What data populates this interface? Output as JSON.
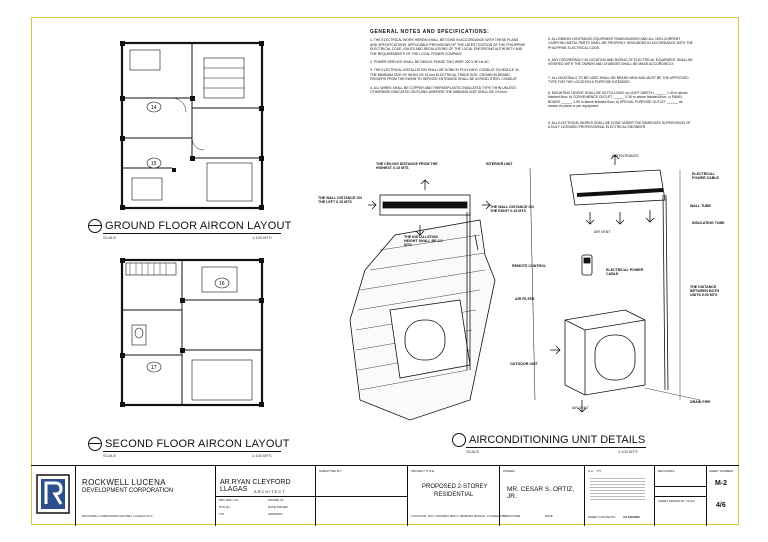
{
  "plan_titles": {
    "ground": "GROUND FLOOR AIRCON LAYOUT",
    "second": "SECOND FLOOR AIRCON LAYOUT",
    "details": "AIRCONDITIONING UNIT DETAILS",
    "scale_word": "SCALE",
    "scale_value": "1:100 MTS"
  },
  "room_tags": [
    "14",
    "15",
    "16",
    "17"
  ],
  "notes": {
    "heading": "GENERAL NOTES AND SPECIFICATIONS:",
    "n1": "1. THE ELECTRICAL WORK HEREIN SHALL BE DONE IN ACCORDANCE WITH THESE PLANS AND SPECIFICATIONS, APPLICABLE PROVISIONS OF THE LATEST EDITION OF THE PHILIPPINE ELECTRICAL CODE, RULES AND REGULATIONS OF THE LOCAL ENFORCING AUTHORITY AND THE REQUIREMENTS OF THE LOCAL POWER COMPANY.",
    "n2": "2. POWER SERVICE SHALL BE SINGLE PHASE TWO WIRE 220 V 60 Hz AC.",
    "n3": "3. THE ELECTRICAL INSTALLATION SHALL BE DONE IN POLYVINYL CONDUIT SCHEDULE 40 THE MINIMUM SIZE OF WHICH IS 15 mm ELECTRICAL TRADE SIZE. CROWN IN BRAND, FEEDERS FROM THE KWHM TO SERVICE ENTRANCE SHALL BE IN RIGID STEEL CONDUIT.",
    "n4": "4. ALL WIRES SHALL BE COPPER AND THERMOPLASTIC INSULATED TYPE THHN UNLESS OTHERWISE INDICATED ON PLANS WHEREIN THE MINIMUM SIZE SHALL BE 3.5 mm².",
    "n5": "5. ALL BRANCH-ENTRANCE EQUIPMENT PANELBOARDS AND ALL NON-CURRENT CARRYING METAL PARTS SHALL BE PROPERLY GROUNDED IN ACCORDANCE WITH THE PHILIPPINE ELECTRICAL CODE.",
    "n6": "6. ANY DISCREPANCY IN LOCATION AND RATING OF ELECTRICAL EQUIPMENT SHALL BE VERIFIED WITH THE OWNER AND CHANGES SHALL BE MADE ACCORDINGLY.",
    "n7": "7. ALL MATERIALS TO BE USED SHALL BE BRAND NEW AND MUST BE THE APPROVED TYPE FOR THE LOCATION & PURPOSE INTENDED.",
    "n8": "8. MOUNTING HEIGHT SHALL BE AS FOLLOWS: a) LIGHT SWITCH ______ 1.40 m above finished floor; b) CONVENIENCE OUTLET ______ 0.30 m above finished floor; c) PANEL BOARD ______ 1.50 m above finished floor; d) SPECIAL PURPOSE OUTLET ______ as shown on plans or per equipment",
    "n9": "9. ALL ELECTRICAL WORKS SHALL BE DONE UNDER THE IMMEDIATE SUPERVISION OF A DULY LICENSED PROFESSIONAL ELECTRICAL ENGINEER."
  },
  "detail_labels": {
    "ceiling_note": "THE CEILING DISTANCE FROM THE HIGHEST 0.15 MTS",
    "indoor_unit": "INTERIOR UNIT",
    "wall_note": "THE INSTALLATION HEIGHT SHALL BE 2.3 MTS",
    "side_note": "THE WALL DISTANCE ON THE LEFT 0.15 MTS",
    "right_note": "THE WALL DISTANCE ON THE RIGHT 0.15 MTS",
    "remote": "REMOTE CONTROL",
    "outdoor_unit": "OUTDOOR UNIT",
    "air_filter": "AIR FILTER",
    "air_entrance": "AIR ENTRANCE",
    "air_vent": "AIR VENT",
    "electrical_cable": "ELECTRICAL POWER CABLE",
    "insulating_tube": "INSULATING TUBE",
    "wall_tube": "WALL TUBE",
    "drain_pipe": "DRAIN PIPE",
    "electric_cable_2": "ELECTRICAL POWER CABLE",
    "gap_note": "THE DISTANCE BETWEEN BOTH UNITS 5.00 MTS"
  },
  "title_block": {
    "company_line1": "ROCKWELL LUCENA",
    "company_line2": "DEVELOPMENT CORPORATION",
    "company_addr": "ROCKWELL CORPORATE CENTER, LUCENA CITY",
    "architect": "AR.RYAN CLEYFORD LLAGAS",
    "architect_role": "ARCHITECT",
    "field_a": "PRC REG. No.",
    "field_b": "PTR No.",
    "field_c": "TIN",
    "field_d": "ISSUED AT",
    "field_e": "DATE ISSUED",
    "field_f": "ADDRESS",
    "sub_head": "SUBMITTED BY:",
    "project_head": "PROJECT TITLE:",
    "project_line1": "PROPOSED 2-STOREY",
    "project_line2": "RESIDENTIAL",
    "location": "LOCATION: STO. ROSARIO BRGY. IBABANG BIANAS, LUCENA CITY",
    "owner_head": "OWNER:",
    "owner": "MR. CESAR S. ORTIZ, JR.",
    "owner_sub1": "SIGNATURE",
    "owner_sub2": "DATE",
    "approved_head": "A.A. - ???",
    "sheet_contents": "SHEET CONTENTS",
    "sheet_contents_val": "AS SHOWN",
    "revisions": "REVISIONS",
    "drawn_by": "SHEET DRAWN BY: CLIFF",
    "sheet_no_head": "SHEET NUMBER",
    "sheet_no": "M-2",
    "sheet_total": "4/6"
  }
}
